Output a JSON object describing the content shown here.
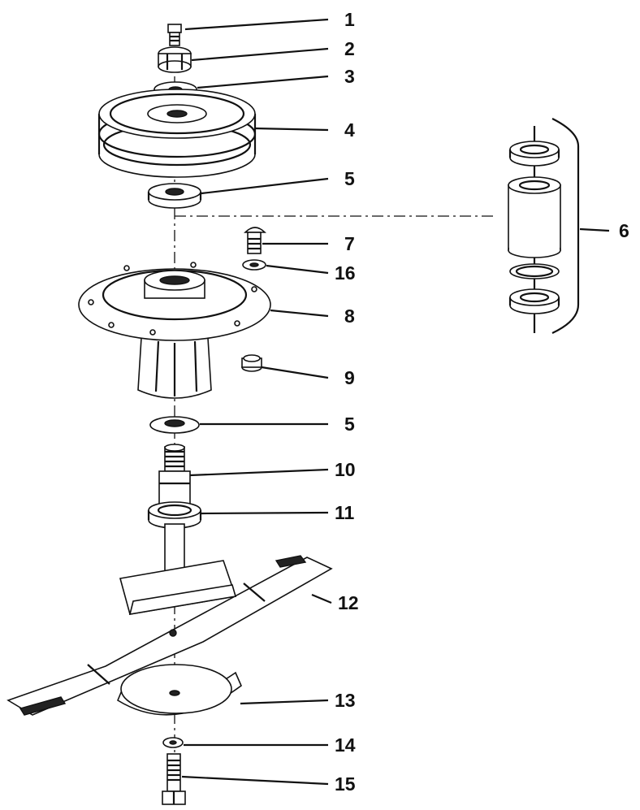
{
  "diagram": {
    "callouts": [
      {
        "id": "1",
        "label": "1"
      },
      {
        "id": "2",
        "label": "2"
      },
      {
        "id": "3",
        "label": "3"
      },
      {
        "id": "4",
        "label": "4"
      },
      {
        "id": "5a",
        "label": "5"
      },
      {
        "id": "6",
        "label": "6"
      },
      {
        "id": "7",
        "label": "7"
      },
      {
        "id": "16",
        "label": "16"
      },
      {
        "id": "8",
        "label": "8"
      },
      {
        "id": "9",
        "label": "9"
      },
      {
        "id": "5b",
        "label": "5"
      },
      {
        "id": "10",
        "label": "10"
      },
      {
        "id": "11",
        "label": "11"
      },
      {
        "id": "12",
        "label": "12"
      },
      {
        "id": "13",
        "label": "13"
      },
      {
        "id": "14",
        "label": "14"
      },
      {
        "id": "15",
        "label": "15"
      }
    ]
  }
}
